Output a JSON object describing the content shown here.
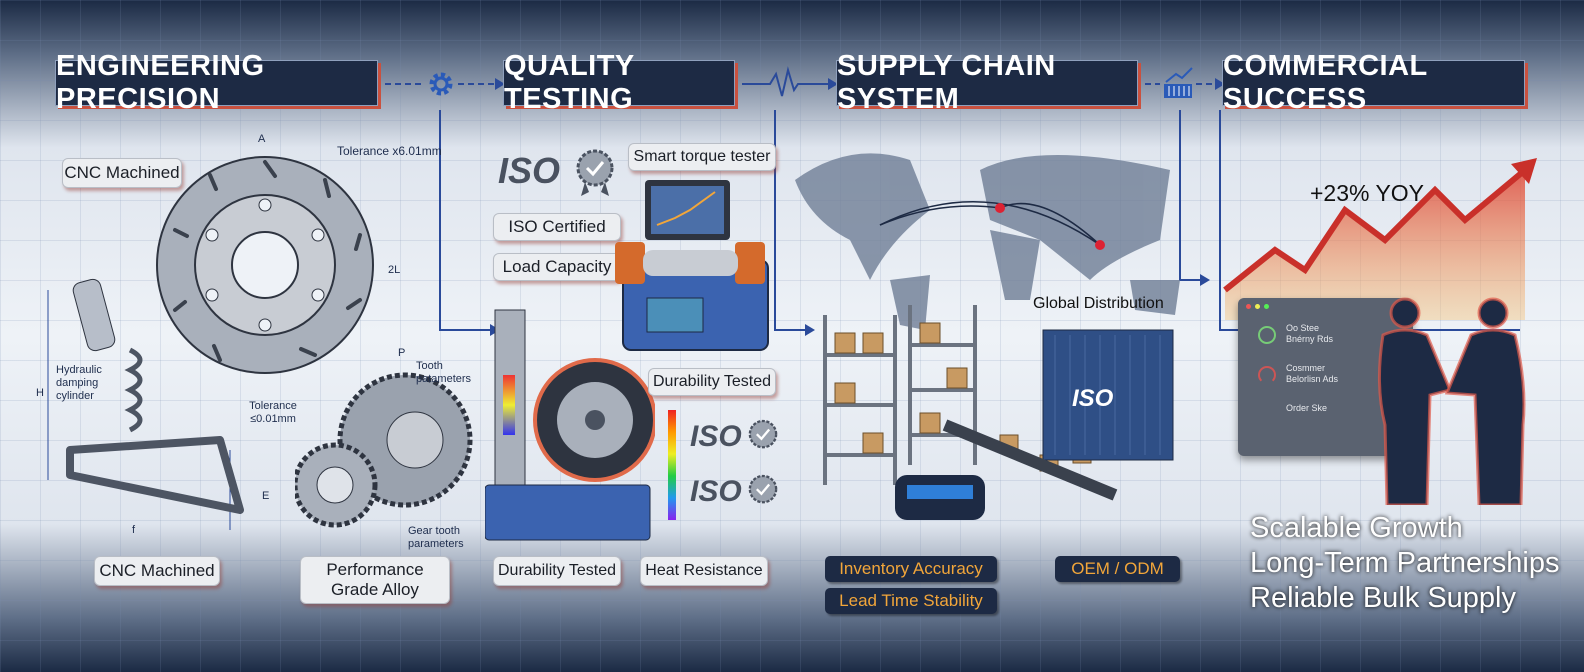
{
  "headers": {
    "engineering": "ENGINEERING PRECISION",
    "quality": "QUALITY TESTING",
    "supply": "SUPPLY CHAIN SYSTEM",
    "commercial": "COMMERCIAL SUCCESS"
  },
  "engineering": {
    "cnc_top": "CNC Machined",
    "tolerance_top": "Tolerance x6.01mm",
    "dim_a": "A",
    "dim_2l": "2L",
    "hydraulic": "Hydraulic damping cylinder",
    "dim_h": "H",
    "dim_e": "E",
    "dim_f": "f",
    "tolerance_bottom": "Tolerance ≤0.01mm",
    "dim_p": "P",
    "tooth": "Tooth patameters",
    "gear_tooth": "Gear tooth parameters",
    "cnc_bottom": "CNC Machined",
    "alloy": "Performance Grade Alloy"
  },
  "quality": {
    "iso": "ISO",
    "torque": "Smart torque tester",
    "iso_certified": "ISO Certified",
    "load_capacity": "Load Capacity",
    "durability_right": "Durability Tested",
    "durability_bottom": "Durability Tested",
    "heat": "Heat Resistance"
  },
  "supply": {
    "global": "Global Distribution",
    "container_iso": "ISO",
    "inventory": "Inventory Accuracy",
    "lead_time": "Lead Time Stability",
    "oem": "OEM / ODM"
  },
  "commercial": {
    "growth": "+23% YOY",
    "dash": [
      "Oo Stee",
      "Bnérny Rds",
      "Cosmmer",
      "Belorlisn Ads",
      "Order Ske"
    ],
    "lines": [
      "Scalable Growth",
      "Long-Term Partnerships",
      "Reliable Bulk Supply"
    ]
  },
  "colors": {
    "navy": "#1d2a44",
    "accent": "#c9513f",
    "line": "#2a4a9a",
    "orange": "#f2a63a"
  }
}
